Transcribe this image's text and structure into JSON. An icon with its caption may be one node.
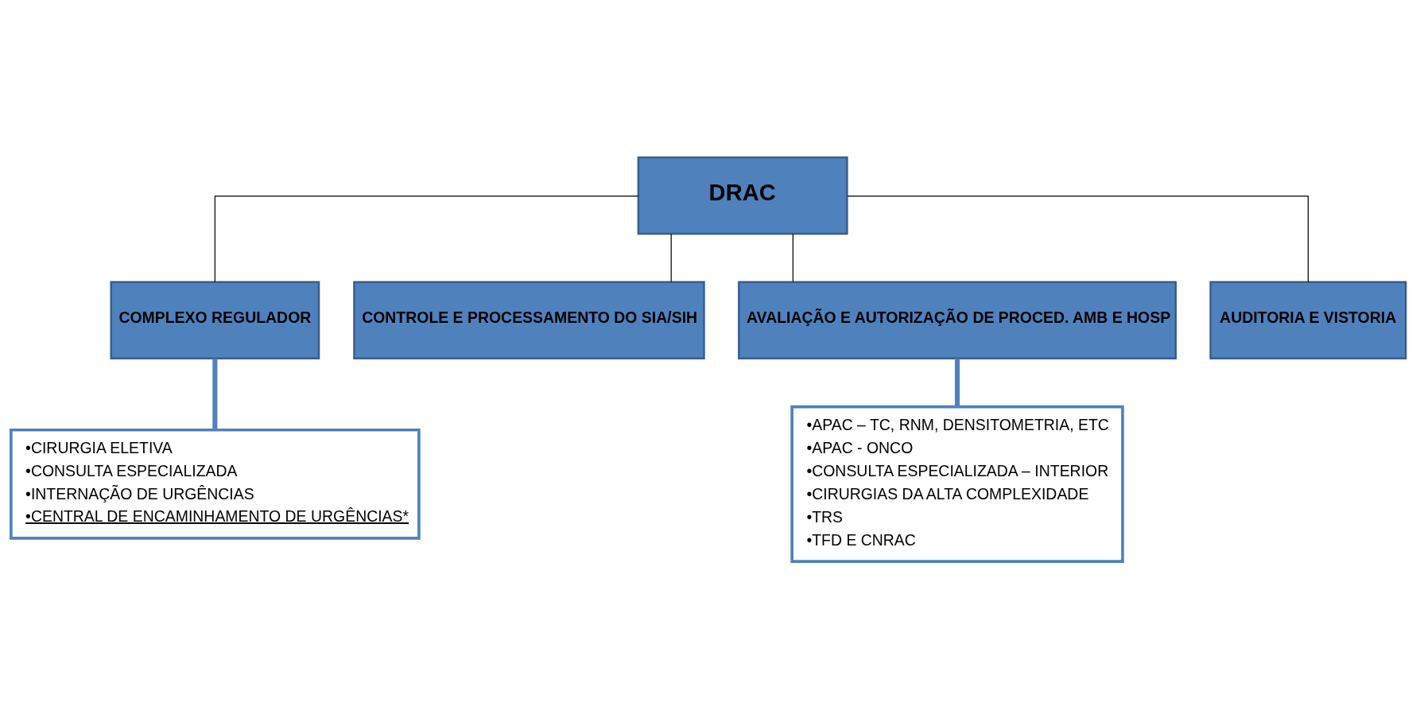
{
  "diagram": {
    "nodes": [
      {
        "text": [
          "DRAC"
        ]
      },
      {
        "text": [
          "COMPLEXO REGULADOR"
        ]
      },
      {
        "text": [
          "CONTROLE E PROCESSAMENTO DO SIA/SIH"
        ]
      },
      {
        "text": [
          "AVALIAÇÃO E AUTORIZAÇÃO DE PROCED. AMB E HOSP"
        ]
      },
      {
        "text": [
          "AUDITORIA E VISTORIA"
        ]
      },
      {
        "text": [
          "•CIRURGIA ELETIVA",
          "•CONSULTA ESPECIALIZADA",
          "•INTERNAÇÃO DE URGÊNCIAS",
          "•CENTRAL DE ENCAMINHAMENTO DE URGÊNCIAS*"
        ]
      },
      {
        "text": [
          "•APAC – TC, RNM, DENSITOMETRIA, ETC",
          "•APAC - ONCO",
          "•CONSULTA ESPECIALIZADA – INTERIOR",
          "•CIRURGIAS DA ALTA COMPLEXIDADE",
          "•TRS",
          "•TFD E CNRAC"
        ]
      }
    ],
    "edges": [
      {
        "from": 0,
        "to": 1,
        "arrow": "none"
      },
      {
        "from": 0,
        "to": 2,
        "arrow": "none"
      },
      {
        "from": 0,
        "to": 3,
        "arrow": "none"
      },
      {
        "from": 0,
        "to": 4,
        "arrow": "none"
      },
      {
        "from": 1,
        "to": 5,
        "arrow": "none",
        "style": "thick",
        "color": "#4f81bd"
      },
      {
        "from": 3,
        "to": 6,
        "arrow": "none",
        "style": "thick",
        "color": "#4f81bd"
      }
    ]
  }
}
